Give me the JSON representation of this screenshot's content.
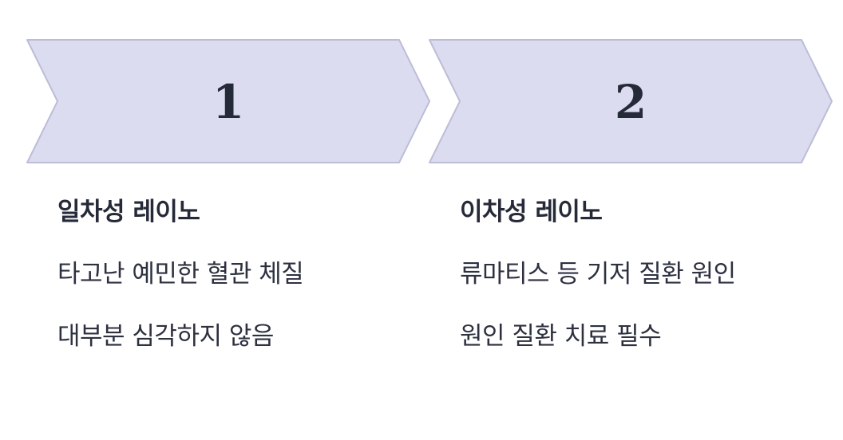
{
  "colors": {
    "chevron_fill": "#dcdcf0",
    "chevron_stroke": "#bcbdd8",
    "text": "#272b3a"
  },
  "steps": [
    {
      "number": "1",
      "title": "일차성 레이노",
      "lines": [
        "타고난 예민한 혈관 체질",
        "대부분 심각하지 않음"
      ]
    },
    {
      "number": "2",
      "title": "이차성 레이노",
      "lines": [
        "류마티스 등 기저 질환 원인",
        "원인 질환 치료 필수"
      ]
    }
  ]
}
